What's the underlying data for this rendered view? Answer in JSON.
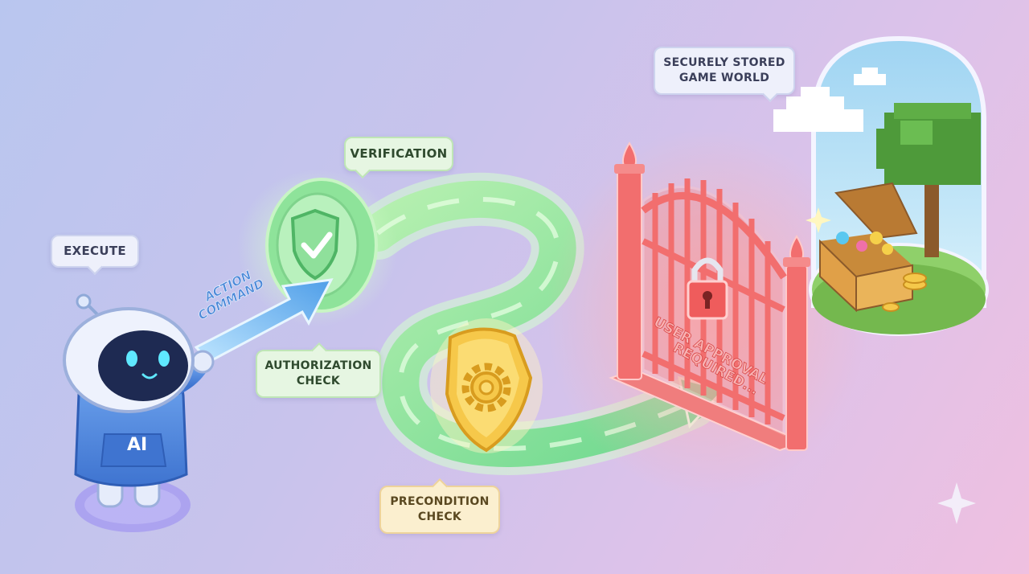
{
  "labels": {
    "execute": "EXECUTE",
    "action_line1": "ACTION",
    "action_line2": "COMMAND",
    "verification": "VERIFICATION",
    "authorization_line1": "AUTHORIZATION",
    "authorization_line2": "CHECK",
    "precondition_line1": "PRECONDITION",
    "precondition_line2": "CHECK",
    "gate_line1": "USER APPROVAL",
    "gate_line2": "REQUIRED...",
    "secure_line1": "SECURELY STORED",
    "secure_line2": "GAME WORLD",
    "robot_badge": "AI"
  },
  "colors": {
    "path_green": "#8fe08f",
    "arrow_blue": "#6fb6f2",
    "gate_red": "#f06a6a",
    "shield_gold": "#f3c13d",
    "chest_gold": "#e9b54a"
  }
}
